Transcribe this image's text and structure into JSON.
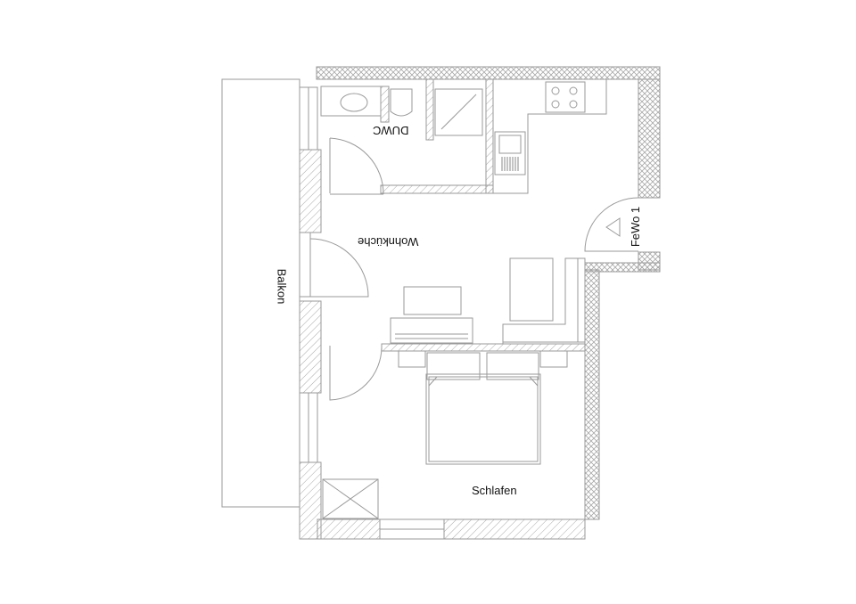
{
  "plan": {
    "unit_label": "FeWo 1",
    "colors": {
      "line": "#9a9a9a",
      "wall_hatch": "#9a9a9a",
      "text": "#111111",
      "background": "#ffffff"
    },
    "rooms": [
      {
        "id": "bathroom",
        "label": "DUWC",
        "rotation_deg": 180
      },
      {
        "id": "living-kitchen",
        "label": "Wohnküche",
        "rotation_deg": 180
      },
      {
        "id": "bedroom",
        "label": "Schlafen",
        "rotation_deg": 0
      },
      {
        "id": "balcony",
        "label": "Balkon",
        "rotation_deg": 90
      }
    ],
    "fixtures": [
      "washbasin",
      "toilet",
      "shower",
      "cooktop",
      "kitchen-sink",
      "table",
      "bench",
      "sofa",
      "double-bed",
      "nightstands",
      "wardrobe"
    ]
  }
}
